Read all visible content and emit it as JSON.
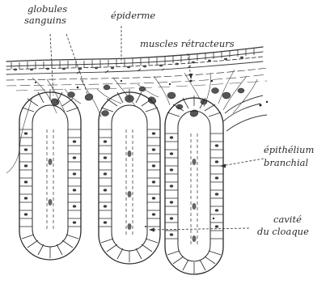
{
  "labels": {
    "globules": "globules",
    "sanguins": "sanguins",
    "epiderme": "épiderme",
    "muscles": "muscles rétracteurs",
    "epithelium": "épithélium",
    "branchial": "branchial",
    "cavite": "cavité",
    "cloaque": "du cloaque"
  }
}
